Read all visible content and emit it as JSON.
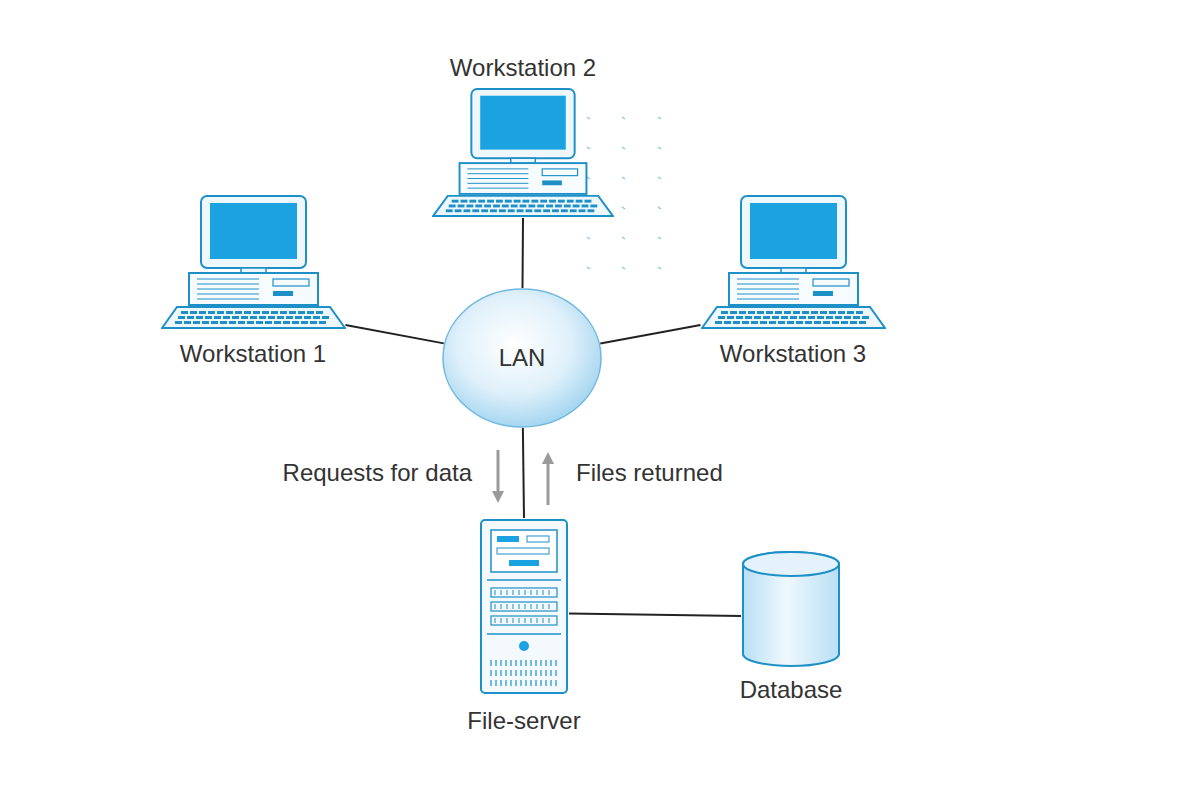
{
  "diagram": {
    "nodes": [
      {
        "text": [
          "Workstation 2"
        ]
      },
      {
        "text": [
          "Workstation 1"
        ]
      },
      {
        "text": [
          "LAN"
        ]
      },
      {
        "text": [
          "Workstation 3"
        ]
      },
      {
        "text": [
          "File-server"
        ]
      },
      {
        "text": [
          "Database"
        ]
      }
    ],
    "edges": [
      {
        "from": 1,
        "to": 2,
        "arrow": "none"
      },
      {
        "from": 0,
        "to": 2,
        "arrow": "none"
      },
      {
        "from": 3,
        "to": 2,
        "arrow": "none"
      },
      {
        "from": 2,
        "to": 4,
        "arrow": "none"
      },
      {
        "from": 4,
        "to": 5,
        "arrow": "none"
      }
    ],
    "labels": [
      "Requests for data",
      "Files returned"
    ]
  }
}
